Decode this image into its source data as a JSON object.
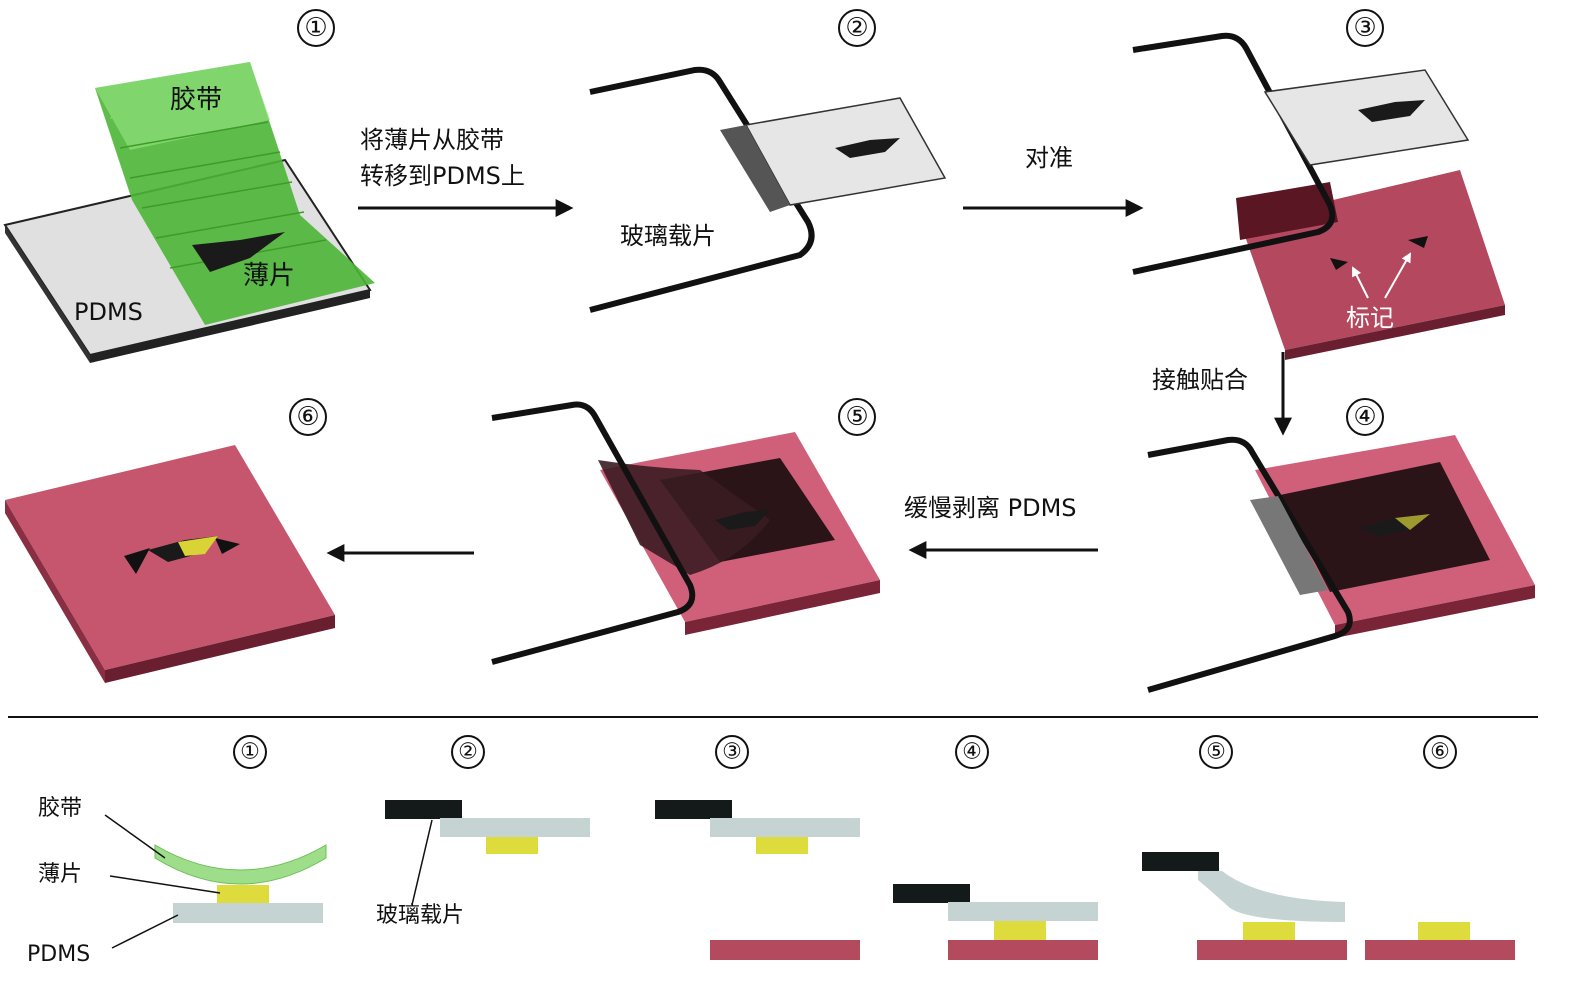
{
  "colors": {
    "tape": "#6fcf52",
    "tape_dark": "#2f8a1c",
    "pdms": "#dcdcdc",
    "glass_edge": "#111111",
    "flake": "#d9d335",
    "substrate": "#c5566e",
    "substrate_dark": "#7a2438",
    "section_pdms": "#c3d0d0",
    "section_substrate": "#b34a5d",
    "section_glass": "#141a1a"
  },
  "steps_3d": [
    {
      "id": "1",
      "number": "①"
    },
    {
      "id": "2",
      "number": "②"
    },
    {
      "id": "3",
      "number": "③"
    },
    {
      "id": "4",
      "number": "④"
    },
    {
      "id": "5",
      "number": "⑤"
    },
    {
      "id": "6",
      "number": "⑥"
    }
  ],
  "labels_3d": {
    "tape": "胶带",
    "flake": "薄片",
    "pdms": "PDMS",
    "glass_slide": "玻璃载片",
    "markers": "标记"
  },
  "arrows": {
    "a12_line1": "将薄片从胶带",
    "a12_line2": "转移到PDMS上",
    "a23": "对准",
    "a34": "接触贴合",
    "a45": "缓慢剥离 PDMS"
  },
  "steps_section": [
    {
      "id": "1",
      "number": "①"
    },
    {
      "id": "2",
      "number": "②"
    },
    {
      "id": "3",
      "number": "③"
    },
    {
      "id": "4",
      "number": "④"
    },
    {
      "id": "5",
      "number": "⑤"
    },
    {
      "id": "6",
      "number": "⑥"
    }
  ],
  "labels_section": {
    "tape": "胶带",
    "flake": "薄片",
    "pdms": "PDMS",
    "glass_slide": "玻璃载片"
  }
}
